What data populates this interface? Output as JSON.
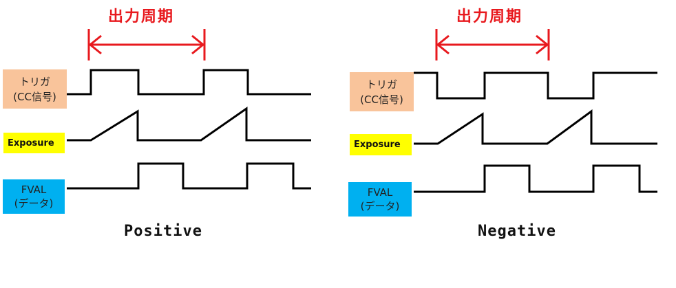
{
  "panels": [
    {
      "caption": "Positive",
      "period_label": "出力周期",
      "trigger_label_line1": "トリガ",
      "trigger_label_line2": "(CC信号)",
      "exposure_label": "Exposure",
      "fval_label_line1": "FVAL",
      "fval_label_line2": "(データ)"
    },
    {
      "caption": "Negative",
      "period_label": "出力周期",
      "trigger_label_line1": "トリガ",
      "trigger_label_line2": "(CC信号)",
      "exposure_label": "Exposure",
      "fval_label_line1": "FVAL",
      "fval_label_line2": "(データ)"
    }
  ],
  "colors": {
    "trigger_box": "#f9c49b",
    "exposure_box": "#ffff00",
    "fval_box": "#00b0f0",
    "period_arrow": "#e8191e",
    "waveform": "#000000"
  }
}
